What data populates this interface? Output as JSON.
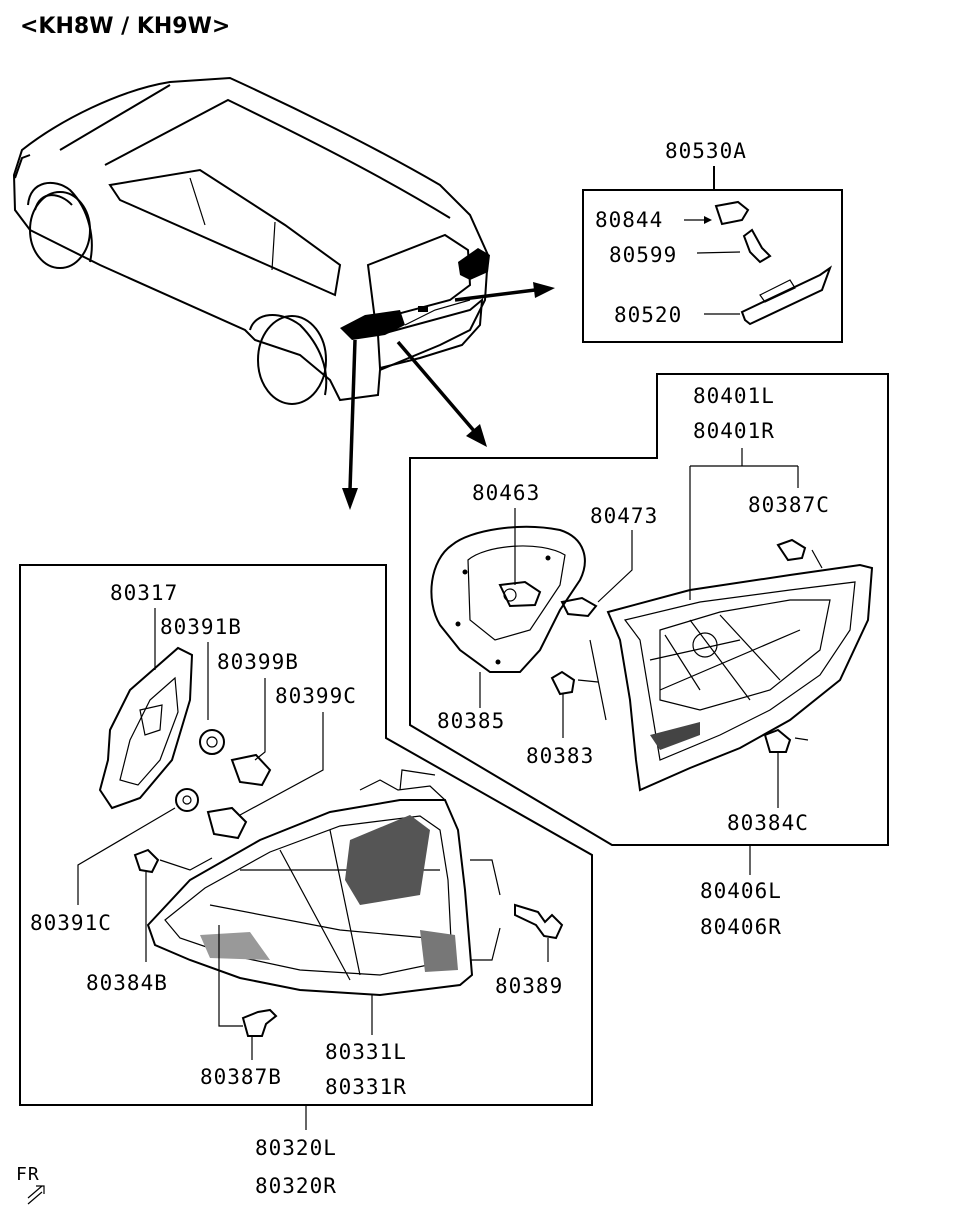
{
  "header": {
    "model_code": "<KH8W / KH9W>"
  },
  "front_mark": "FR",
  "groups": {
    "license_lamp": {
      "assembly": "80530A",
      "parts": [
        "80844",
        "80599",
        "80520"
      ]
    },
    "inner_lamp": {
      "lamp_l": "80401L",
      "lamp_r": "80401R",
      "parts": [
        "80463",
        "80473",
        "80387C",
        "80385",
        "80383",
        "80384C"
      ],
      "assembly_l": "80406L",
      "assembly_r": "80406R"
    },
    "outer_lamp": {
      "parts": [
        "80317",
        "80391B",
        "80399B",
        "80399C",
        "80391C",
        "80384B",
        "80389",
        "80387B"
      ],
      "lamp_l": "80331L",
      "lamp_r": "80331R",
      "assembly_l": "80320L",
      "assembly_r": "80320R"
    }
  }
}
